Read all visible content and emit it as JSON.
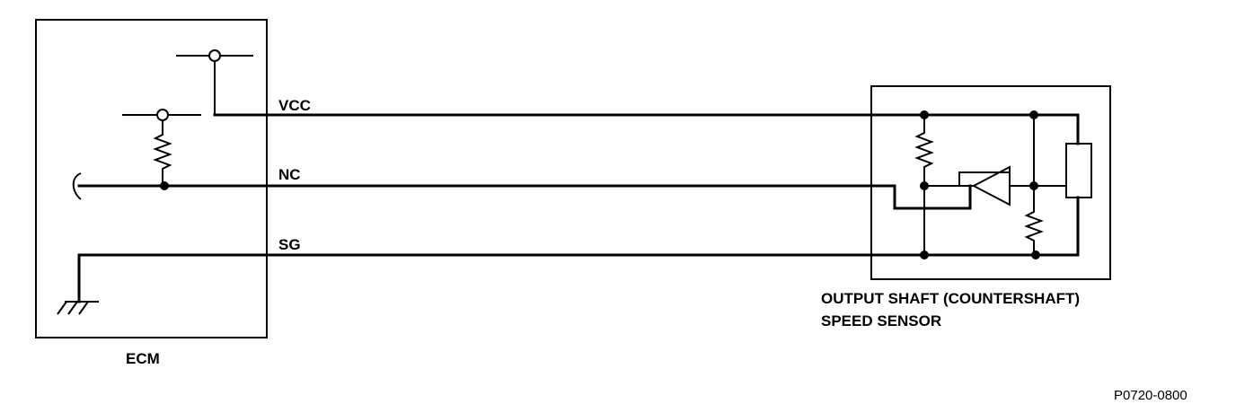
{
  "ecm": {
    "label": "ECM"
  },
  "signals": {
    "vcc": "VCC",
    "nc": "NC",
    "sg": "SG"
  },
  "sensor": {
    "label_line1": "OUTPUT SHAFT (COUNTERSHAFT)",
    "label_line2": "SPEED SENSOR"
  },
  "figure_code": "P0720-0800"
}
